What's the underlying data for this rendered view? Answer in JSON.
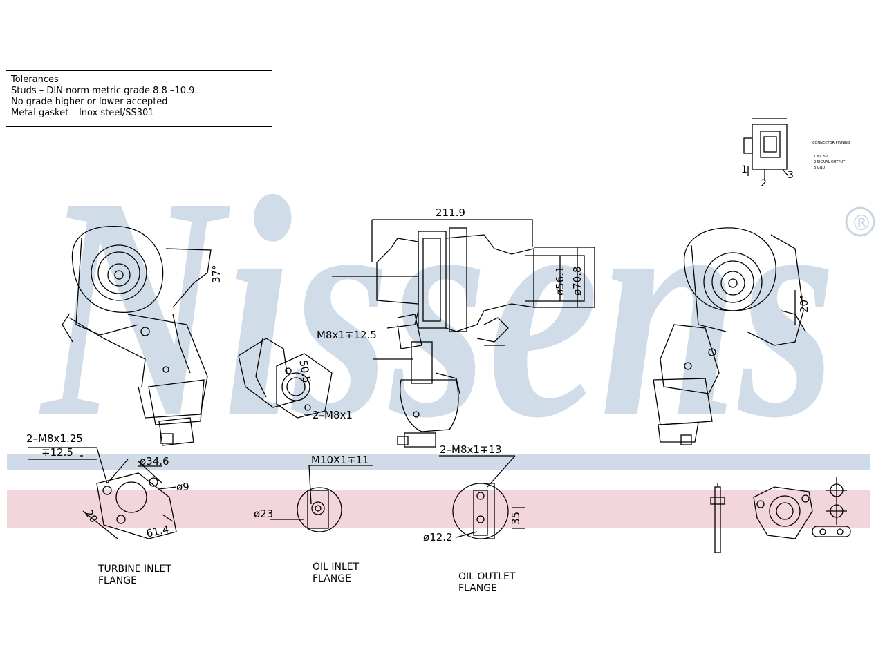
{
  "watermark": {
    "text": "Nissens",
    "registered": "®",
    "color": "#c8d6e4",
    "band_blue": "#cfdbe6",
    "band_pink": "#f2d6dc"
  },
  "tolerances": {
    "lines": [
      "Tolerances",
      "Studs – DIN norm metric grade 8.8 –10.9.",
      "No grade higher or lower accepted",
      "Metal gasket – Inox steel/SS301"
    ]
  },
  "dimensions": {
    "width_top": "211.9",
    "dia_outlet": "ø56.1",
    "dia_outlet_flange": "ø70.8",
    "angle_right": "20°",
    "angle_left": "37°",
    "thread_actuator": "M8x1∓12.5",
    "flange_side": "50.5",
    "studs_side": "2–M8x1",
    "turbine_thread_1": "2–M8x1.25",
    "turbine_thread_2": "∓12.5",
    "turbine_dia": "ø34.6",
    "turbine_hole": "ø9",
    "turbine_len": "61.4",
    "turbine_width": "20",
    "oil_in_thread": "M10X1∓11",
    "oil_in_dia": "ø23",
    "oil_out_thread": "2–M8x1∓13",
    "oil_out_dia": "ø12.2",
    "oil_out_len": "35"
  },
  "captions": {
    "turbine": [
      "TURBINE INLET",
      "FLANGE"
    ],
    "oil_inlet": [
      "OIL INLET",
      "FLANGE"
    ],
    "oil_outlet": [
      "OIL OUTLET",
      "FLANGE"
    ]
  },
  "connector": {
    "pins": [
      "1",
      "2",
      "3"
    ],
    "legend_title": "CONNECTOR PINNING",
    "legend_rows": [
      "1  NC 5V",
      "2  SIGNAL OUTPUT",
      "3  GND"
    ]
  }
}
